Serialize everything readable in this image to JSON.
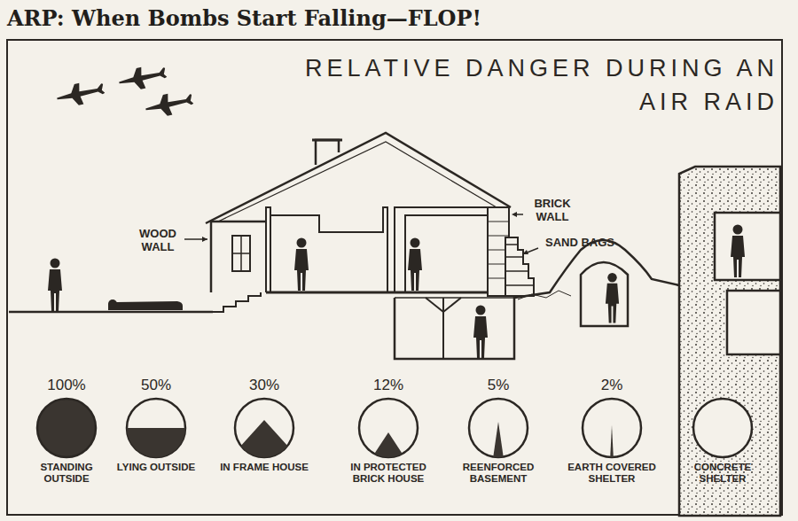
{
  "diagram": {
    "title": "ARP: When Bombs Start Falling—FLOP!",
    "nodes": [
      {
        "text": [
          "100%",
          "STANDING OUTSIDE"
        ]
      },
      {
        "text": [
          "50%",
          "LYING OUTSIDE"
        ]
      },
      {
        "text": [
          "30%",
          "IN FRAME HOUSE"
        ]
      },
      {
        "text": [
          "12%",
          "IN PROTECTED BRICK HOUSE"
        ]
      },
      {
        "text": [
          "5%",
          "REENFORCED BASEMENT"
        ]
      },
      {
        "text": [
          "2%",
          "EARTH COVERED SHELTER"
        ]
      },
      {
        "text": [
          "CONCRETE SHELTER"
        ]
      }
    ],
    "labels": [
      "RELATIVE DANGER DURING AN AIR RAID",
      "WOOD WALL",
      "BRICK WALL",
      "SAND BAGS"
    ]
  }
}
